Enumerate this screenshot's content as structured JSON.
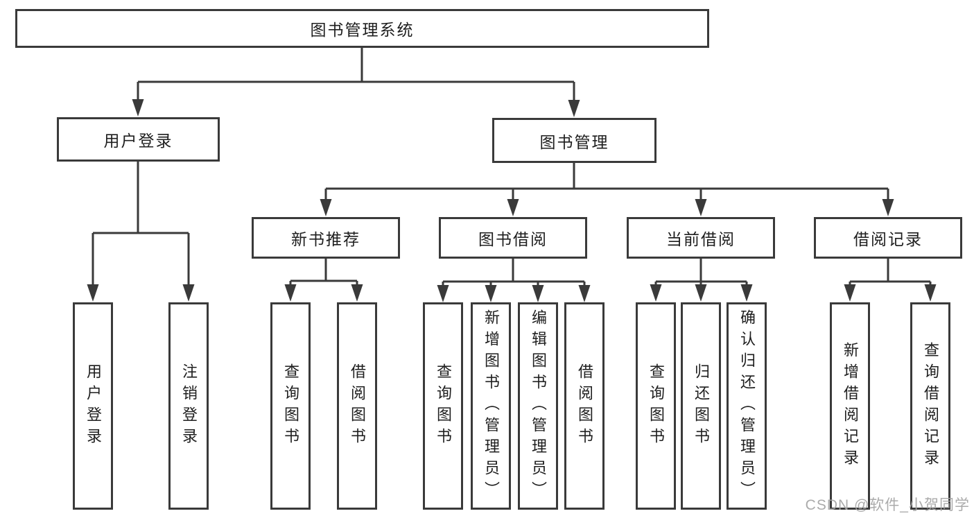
{
  "diagram": {
    "title": "图书管理系统",
    "branches": [
      {
        "label": "用户登录",
        "children": [
          {
            "label": "用户登录"
          },
          {
            "label": "注销登录"
          }
        ]
      },
      {
        "label": "图书管理",
        "children": [
          {
            "label": "新书推荐",
            "children": [
              {
                "label": "查询图书"
              },
              {
                "label": "借阅图书"
              }
            ]
          },
          {
            "label": "图书借阅",
            "children": [
              {
                "label": "查询图书"
              },
              {
                "label": "新增图书（管理员）"
              },
              {
                "label": "编辑图书（管理员）"
              },
              {
                "label": "借阅图书"
              }
            ]
          },
          {
            "label": "当前借阅",
            "children": [
              {
                "label": "查询图书"
              },
              {
                "label": "归还图书"
              },
              {
                "label": "确认归还（管理员）"
              }
            ]
          },
          {
            "label": "借阅记录",
            "children": [
              {
                "label": "新增借阅记录"
              },
              {
                "label": "查询借阅记录"
              }
            ]
          }
        ]
      }
    ]
  },
  "watermark": {
    "text": "CSDN @软件_小贺同学"
  },
  "colors": {
    "line": "#3a3a3a",
    "box_border": "#3a3a3a",
    "text": "#1e1e1e",
    "watermark": "#a4a4a4",
    "background": "#ffffff"
  }
}
